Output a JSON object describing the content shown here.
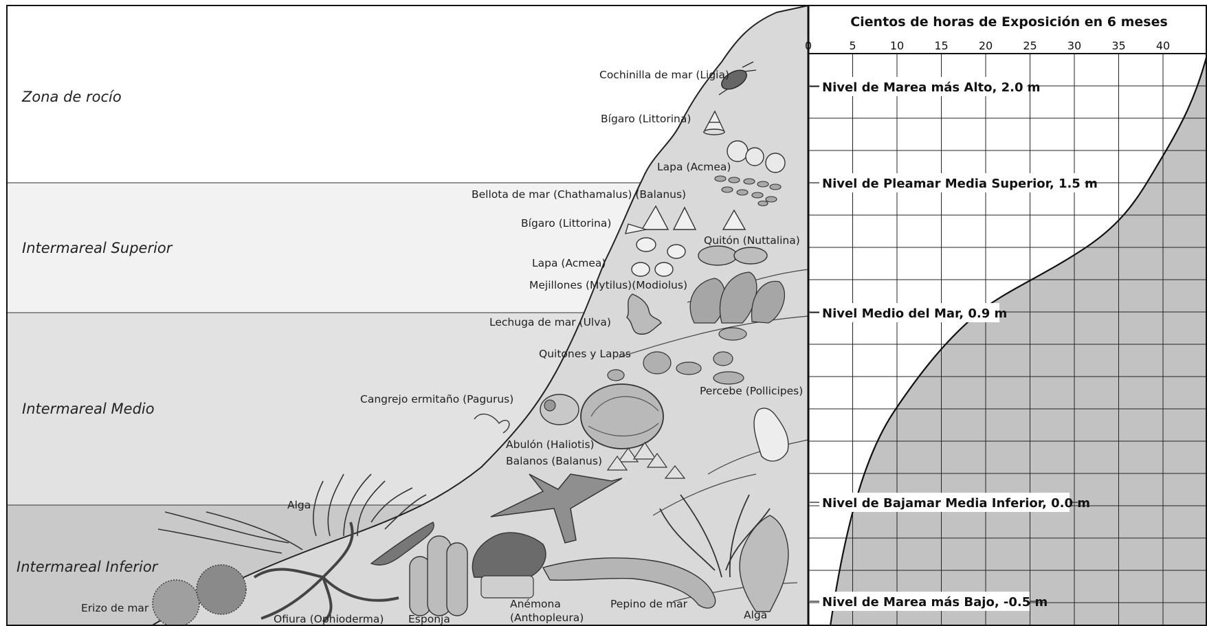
{
  "zones": [
    {
      "label": "Zona de rocío"
    },
    {
      "label": "Intermareal Superior"
    },
    {
      "label": "Intermareal Medio"
    },
    {
      "label": "Intermareal Inferior"
    }
  ],
  "organisms": [
    {
      "id": "cochinilla",
      "label": "Cochinilla de mar (Ligia)"
    },
    {
      "id": "bigaro1",
      "label": "Bígaro (Littorina)"
    },
    {
      "id": "lapa1",
      "label": "Lapa (Acmea)"
    },
    {
      "id": "bellota",
      "label": "Bellota de mar (Chathamalus) (Balanus)"
    },
    {
      "id": "bigaro2",
      "label": "Bígaro (Littorina)"
    },
    {
      "id": "quiton",
      "label": "Quitón (Nuttalina)"
    },
    {
      "id": "lapa2",
      "label": "Lapa (Acmea)"
    },
    {
      "id": "mejillones",
      "label": "Mejillones (Mytilus)(Modiolus)"
    },
    {
      "id": "lechuga",
      "label": "Lechuga de mar (Ulva)"
    },
    {
      "id": "quitones-lapas",
      "label": "Quitones y Lapas"
    },
    {
      "id": "cangrejo",
      "label": "Cangrejo ermitaño (Pagurus)"
    },
    {
      "id": "percebe",
      "label": "Percebe (Pollicipes)"
    },
    {
      "id": "abulon",
      "label": "Abulón (Haliotis)"
    },
    {
      "id": "balanos",
      "label": "Balanos (Balanus)"
    },
    {
      "id": "alga1",
      "label": "Alga"
    },
    {
      "id": "erizo",
      "label": "Erizo de mar"
    },
    {
      "id": "ofiura",
      "label": "Ofiura (Ophioderma)"
    },
    {
      "id": "esponja",
      "label": "Esponja"
    },
    {
      "id": "anemona1",
      "label": "Anémona"
    },
    {
      "id": "anemona2",
      "label": "(Anthopleura)"
    },
    {
      "id": "pepino",
      "label": "Pepino de mar"
    },
    {
      "id": "alga2",
      "label": "Alga"
    }
  ],
  "exposure_chart": {
    "title": "Cientos de horas de Exposición en 6 meses",
    "ticks": [
      "0",
      "5",
      "10",
      "15",
      "20",
      "25",
      "30",
      "35",
      "40"
    ],
    "levels": [
      {
        "label": "Nivel de Marea más Alto, 2.0 m",
        "height_m": 2.0
      },
      {
        "label": "Nivel  de Pleamar Media Superior, 1.5 m",
        "height_m": 1.5
      },
      {
        "label": "Nivel Medio del Mar, 0.9 m",
        "height_m": 0.9
      },
      {
        "label": "Nivel de Bajamar Media Inferior, 0.0 m",
        "height_m": 0.0
      },
      {
        "label": "Nivel de Marea más Bajo, -0.5 m",
        "height_m": -0.5
      }
    ]
  },
  "colors": {
    "spray_zone": "#ffffff",
    "upper_zone": "#f2f2f2",
    "middle_zone": "#e0e0e0",
    "lower_zone": "#c9c9c9",
    "rock": "#dcdcdc",
    "exposure_fill": "#c2c2c2"
  }
}
